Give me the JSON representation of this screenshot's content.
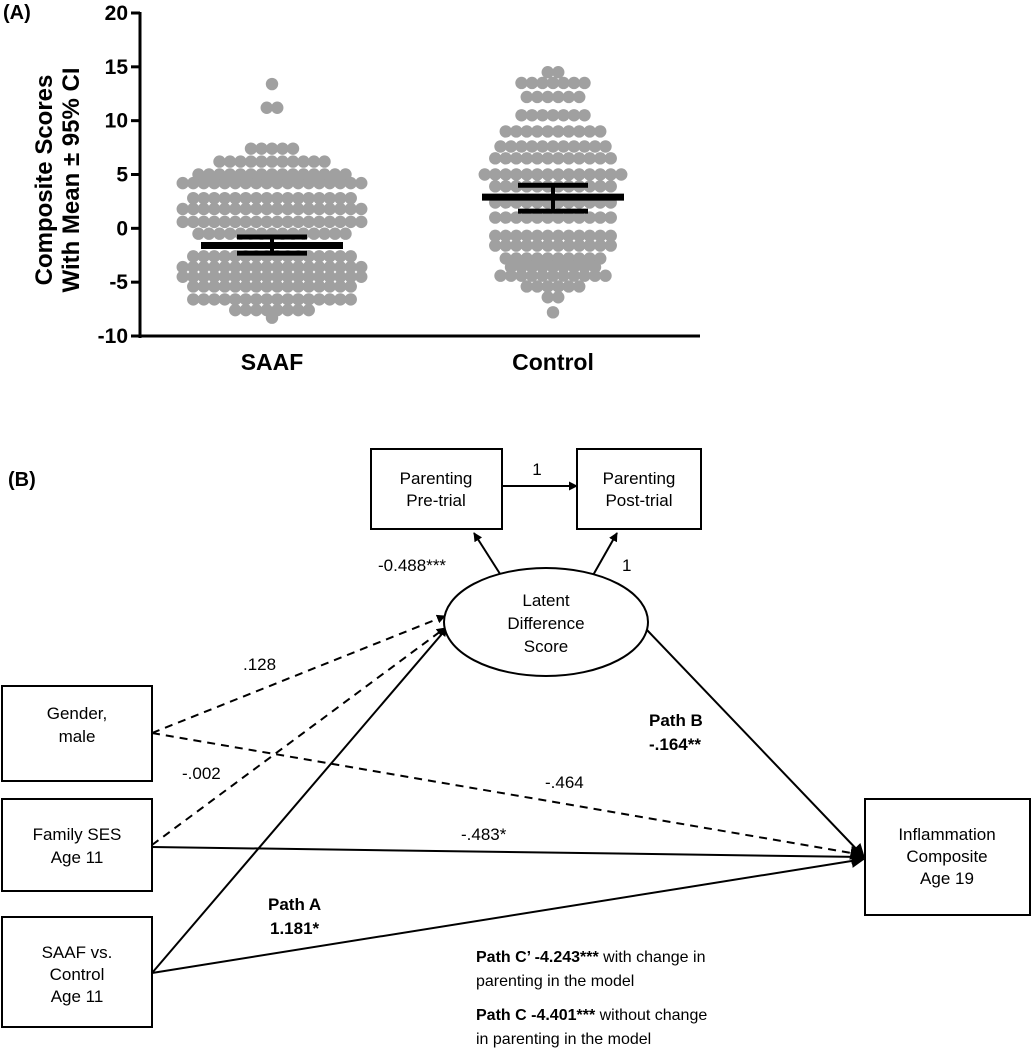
{
  "panel_a": {
    "label": "(A)",
    "chart_data": {
      "type": "scatter",
      "subtype": "dot-plot-with-mean-and-95ci",
      "ylabel_line1": "Composite Scores",
      "ylabel_line2": "With Mean ± 95% CI",
      "ylim": [
        -10,
        20
      ],
      "yticks": [
        -10,
        -5,
        0,
        5,
        10,
        15,
        20
      ],
      "categories": [
        "SAAF",
        "Control"
      ],
      "series": [
        {
          "name": "SAAF",
          "mean": -1.6,
          "ci": [
            -2.3,
            -0.8
          ],
          "rows": [
            {
              "y": 13.4,
              "n": 1
            },
            {
              "y": 11.2,
              "n": 2
            },
            {
              "y": 7.4,
              "n": 5
            },
            {
              "y": 6.2,
              "n": 11
            },
            {
              "y": 5.0,
              "n": 15
            },
            {
              "y": 4.2,
              "n": 18
            },
            {
              "y": 2.8,
              "n": 16
            },
            {
              "y": 1.8,
              "n": 18
            },
            {
              "y": 0.6,
              "n": 18
            },
            {
              "y": -0.5,
              "n": 15
            },
            {
              "y": -2.6,
              "n": 16
            },
            {
              "y": -3.6,
              "n": 18
            },
            {
              "y": -4.5,
              "n": 18
            },
            {
              "y": -5.4,
              "n": 16
            },
            {
              "y": -6.6,
              "n": 16
            },
            {
              "y": -7.6,
              "n": 8
            },
            {
              "y": -8.3,
              "n": 1
            }
          ]
        },
        {
          "name": "Control",
          "mean": 2.9,
          "ci": [
            1.6,
            4.0
          ],
          "rows": [
            {
              "y": 14.5,
              "n": 2
            },
            {
              "y": 13.5,
              "n": 7
            },
            {
              "y": 12.2,
              "n": 6
            },
            {
              "y": 10.5,
              "n": 7
            },
            {
              "y": 9.0,
              "n": 10
            },
            {
              "y": 7.6,
              "n": 11
            },
            {
              "y": 6.5,
              "n": 12
            },
            {
              "y": 5.0,
              "n": 14
            },
            {
              "y": 3.9,
              "n": 12
            },
            {
              "y": 2.4,
              "n": 12
            },
            {
              "y": 1.0,
              "n": 12
            },
            {
              "y": -0.7,
              "n": 12
            },
            {
              "y": -1.6,
              "n": 12
            },
            {
              "y": -2.8,
              "n": 10
            },
            {
              "y": -3.6,
              "n": 9
            },
            {
              "y": -4.4,
              "n": 11
            },
            {
              "y": -5.4,
              "n": 6
            },
            {
              "y": -6.4,
              "n": 2
            },
            {
              "y": -7.8,
              "n": 1
            }
          ]
        }
      ],
      "colors": {
        "dots": "#a0a0a0",
        "mean_bar": "#000000"
      }
    }
  },
  "panel_b": {
    "label": "(B)",
    "nodes": {
      "parenting_pre": [
        "Parenting",
        "Pre-trial"
      ],
      "parenting_post": [
        "Parenting",
        "Post-trial"
      ],
      "latent": [
        "Latent",
        "Difference",
        "Score"
      ],
      "gender": [
        "Gender,",
        "male"
      ],
      "ses": [
        "Family SES",
        "Age 11"
      ],
      "saaf": [
        "SAAF vs.",
        "Control",
        "Age 11"
      ],
      "inflammation": [
        "Inflammation",
        "Composite",
        "Age 19"
      ]
    },
    "edges": {
      "pre_to_post": "1",
      "latent_to_pre": "-0.488***",
      "latent_to_post": "1",
      "gender_to_latent": ".128",
      "ses_to_latent": "-.002",
      "gender_to_inflammation": "-.464",
      "ses_to_inflammation": "-.483*",
      "path_a_line1": "Path A",
      "path_a_line2": "1.181*",
      "path_b_line1": "Path B",
      "path_b_line2": "-.164**"
    },
    "notes": {
      "c_prime_bold": "Path C’ -4.243***",
      "c_prime_rest": " with change in",
      "c_prime_line2": "parenting in the model",
      "c_bold": "Path C -4.401***",
      "c_rest": " without change",
      "c_line2": " in parenting in the model"
    }
  }
}
